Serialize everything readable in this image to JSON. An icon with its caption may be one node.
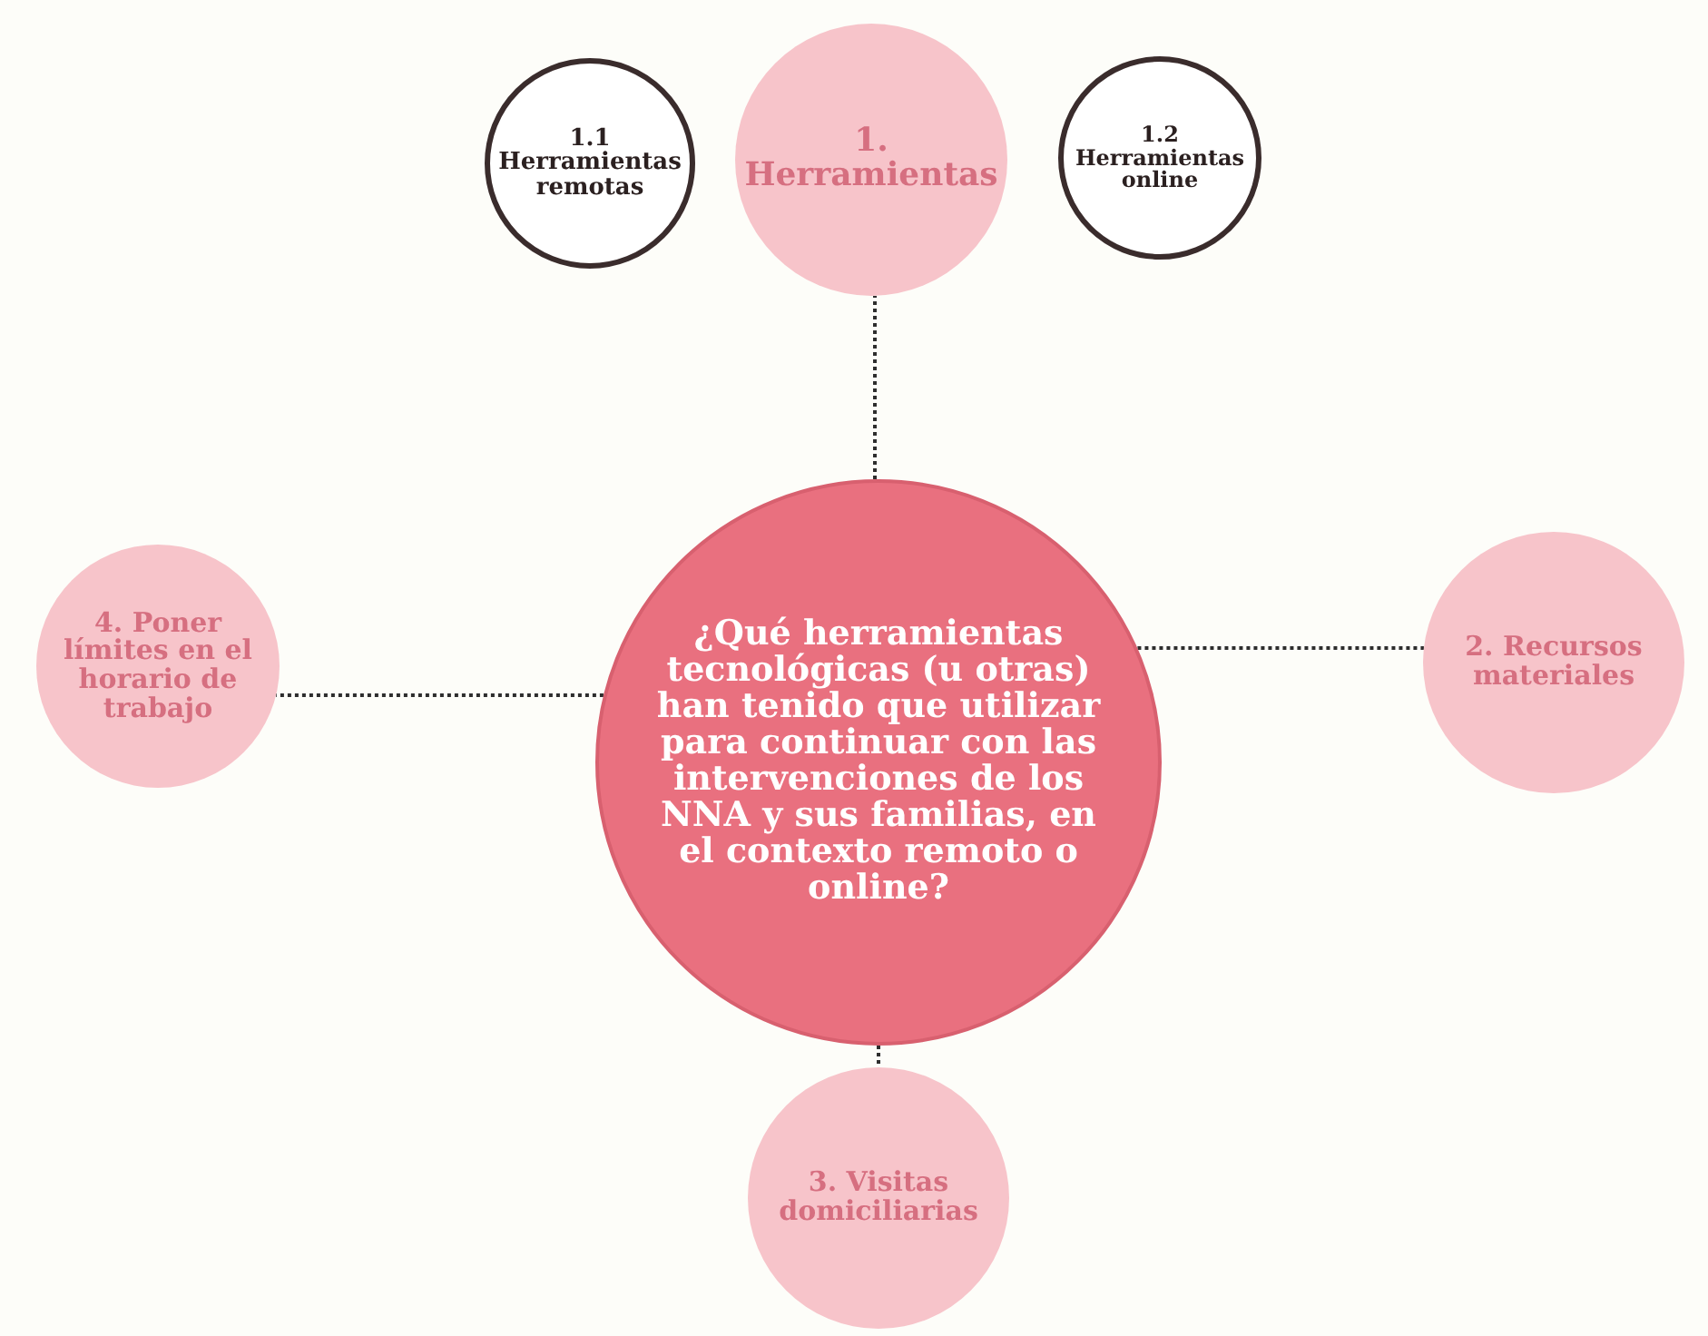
{
  "diagram": {
    "nodes": [
      {
        "text": [
          "1.1 Herramientas remotas"
        ]
      },
      {
        "text": [
          "1. Herramientas"
        ]
      },
      {
        "text": [
          "1.2 Herramientas online"
        ]
      },
      {
        "text": [
          "4. Poner límites en el horario de trabajo"
        ]
      },
      {
        "text": [
          "¿Qué herramientas tecnológicas (u otras) han tenido que utilizar para continuar con las intervenciones de los NNA y sus familias, en el contexto remoto o online?"
        ]
      },
      {
        "text": [
          "2. Recursos materiales"
        ]
      },
      {
        "text": [
          "3. Visitas domiciliarias"
        ]
      }
    ],
    "edges": [
      {
        "from": 4,
        "to": 1,
        "arrow": "none"
      },
      {
        "from": 4,
        "to": 3,
        "arrow": "none"
      },
      {
        "from": 4,
        "to": 5,
        "arrow": "none"
      },
      {
        "from": 4,
        "to": 6,
        "arrow": "none"
      }
    ]
  }
}
